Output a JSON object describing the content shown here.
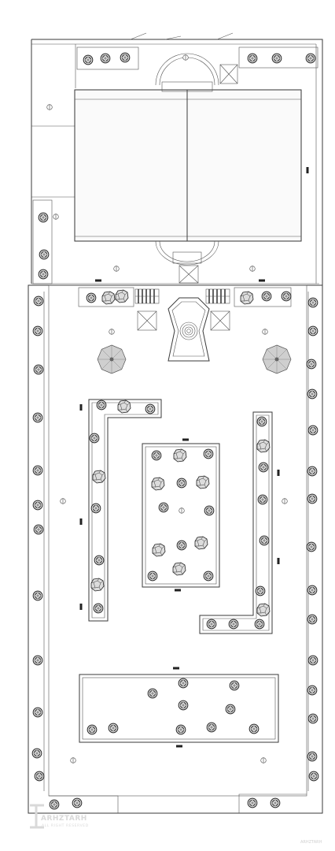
{
  "watermark": {
    "brand": "ARHZTARH",
    "tagline": "ALL RIGHT RESERVED",
    "corner_mark": "ARHZTARH"
  },
  "colors": {
    "line": "#3a3a3a",
    "foliage": "#e6e6e6",
    "umbrella": "#cfcfcf",
    "watermark": "#d9d9d9"
  },
  "icons": [
    "shrub-icon",
    "rock-icon",
    "umbrella-icon",
    "lamp-icon",
    "fountain-icon",
    "grate-icon"
  ]
}
